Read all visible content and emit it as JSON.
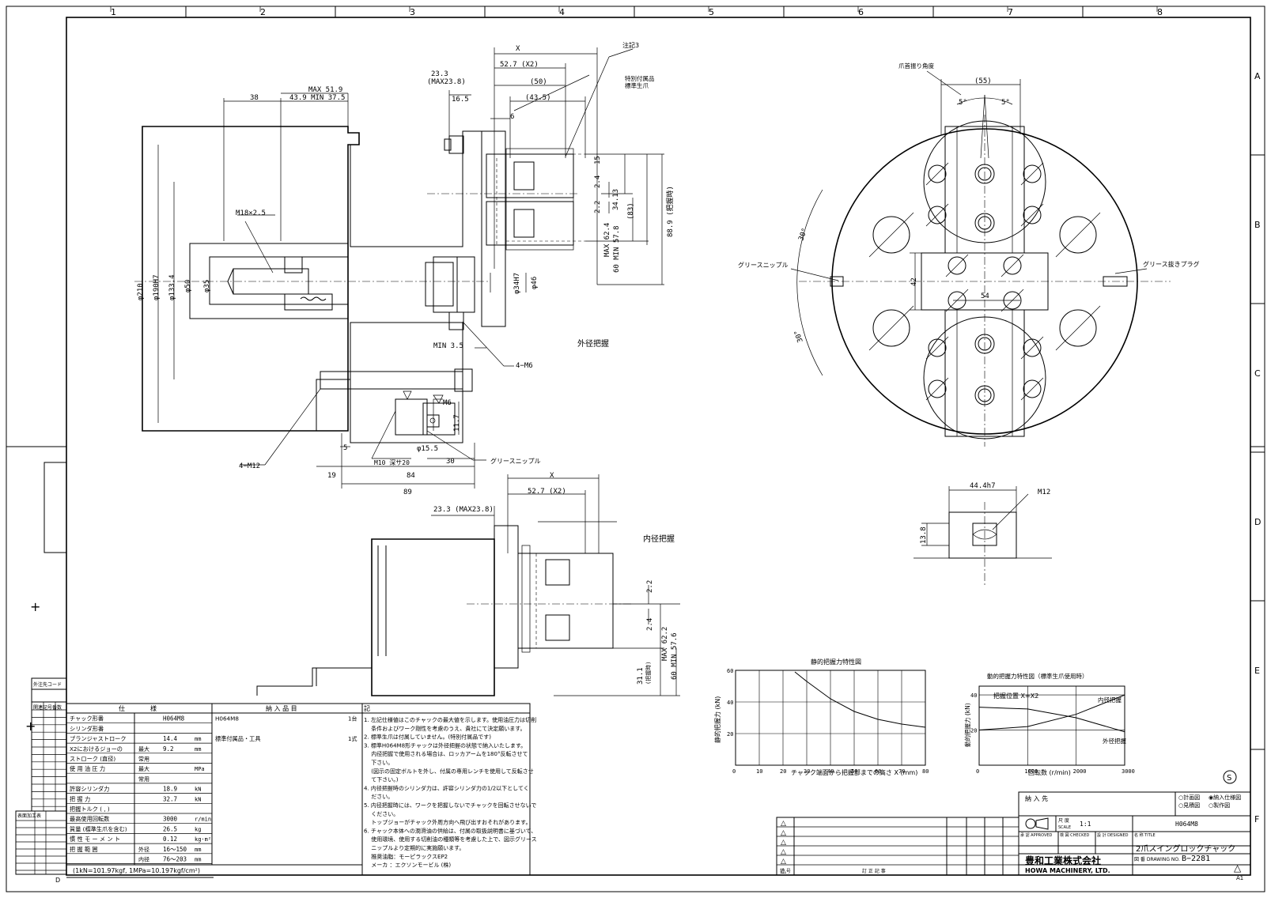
{
  "frame": {
    "columns": [
      "1",
      "2",
      "3",
      "4",
      "5",
      "6",
      "7",
      "8"
    ],
    "rows": [
      "A",
      "B",
      "C",
      "D",
      "E",
      "F"
    ],
    "bottom_ref": "A1",
    "left_ref": "D"
  },
  "labels": {
    "note3": "注記3",
    "special_jaw": "特別付属品",
    "special_jaw2": "標準生爪",
    "od_grip": "外径把握",
    "id_grip": "内径把握",
    "grease_nipple": "グリースニップル",
    "grease_nipple2": "グリースニップル",
    "grease_plug": "グリース抜きプラグ",
    "jaw_swing_angle": "爪首振り角度",
    "m18": "M18×2.5",
    "m6_4": "4−M6",
    "m12_4": "4−M12",
    "m10": "M10 深サ20",
    "m6": "M6",
    "m12": "M12",
    "max519": "MAX 51.9",
    "min375": "43.9 MIN 37.5",
    "d38": "38",
    "dX": "X",
    "dX2": "X",
    "d527": "52.7 (X2)",
    "d527b": "52.7 (X2)",
    "d233": "23.3",
    "d233b": "(MAX23.8)",
    "d233c": "23.3 (MAX23.8)",
    "d165": "16.5",
    "d50": "(50)",
    "d435": "(43.5)",
    "d6": "6",
    "d15": "15",
    "d24": "2.4",
    "d22": "2.2",
    "d3413": "34.13",
    "d83": "(83)",
    "d889": "88.9 (把握時)",
    "max624": "MAX 62.4",
    "min578": "60 MIN 57.8",
    "phi210": "φ210",
    "phi190": "φ190H7",
    "phi1334": "φ133.4",
    "phi50": "φ50",
    "phi35": "φ35",
    "phi34": "φ34H7",
    "phi46": "φ46",
    "phi155": "φ15.5",
    "min35": "MIN 3.5",
    "d5": "5",
    "d19": "19",
    "d84": "84",
    "d89": "89",
    "d30": "30",
    "d117": "11.7",
    "d55": "(55)",
    "deg5a": "5°",
    "deg5b": "5°",
    "deg30a": "30°",
    "deg30b": "30°",
    "d42": "42",
    "d54": "54",
    "d444": "44.4h7",
    "d138": "13.8",
    "d22b": "2.2",
    "d24b": "2.4",
    "max622": "MAX 62.2",
    "min576": "60 MIN 57.6",
    "d311": "31.1",
    "d311b": "(把握時)"
  },
  "chart_data": [
    {
      "type": "line",
      "title": "静的把握力特性図",
      "xlabel": "チャック端面から把握部までの高さ X (mm)",
      "ylabel": "静的把握力 (kN)",
      "xlim": [
        0,
        80
      ],
      "ylim": [
        0,
        60
      ],
      "xticks": [
        0,
        10,
        20,
        30,
        40,
        50,
        60,
        70,
        80
      ],
      "yticks": [
        20,
        40,
        60
      ],
      "grid": true,
      "series": [
        {
          "x": [
            25,
            30,
            40,
            50,
            60,
            70,
            80
          ],
          "y": [
            59,
            53,
            42,
            34,
            29,
            26,
            24
          ]
        }
      ]
    },
    {
      "type": "line",
      "title": "動的把握力特性図（標準生爪使用時）",
      "xlabel": "回転数 (r/min)",
      "ylabel": "動的把握力 (kN)",
      "xlim": [
        0,
        3000
      ],
      "ylim": [
        0,
        45
      ],
      "xticks": [
        0,
        1000,
        2000,
        3000
      ],
      "yticks": [
        20,
        40
      ],
      "annotation": "把握位置  X=X2",
      "grid": true,
      "series": [
        {
          "name": "内径把握",
          "x": [
            0,
            1000,
            2000,
            3000
          ],
          "y": [
            20,
            22,
            29,
            40
          ]
        },
        {
          "name": "外径把握",
          "x": [
            0,
            1000,
            2000,
            3000
          ],
          "y": [
            33,
            32,
            27,
            19
          ]
        }
      ]
    }
  ],
  "spec_table": {
    "header": {
      "spec": "仕",
      "spec2": "様",
      "deliv": "納 入 品 目",
      "note": "記"
    },
    "rows": [
      {
        "label": "チャック形番",
        "value": "H064M8",
        "unit": ""
      },
      {
        "label": "シリンダ形番",
        "value": "",
        "unit": ""
      },
      {
        "label": "プランジャストローク",
        "value": "14.4",
        "unit": "mm"
      },
      {
        "label": "X2におけるジョーの",
        "sub": "最大",
        "value": "9.2",
        "unit": "mm"
      },
      {
        "label": "ストローク (直径)",
        "sub": "常用",
        "value": "",
        "unit": ""
      },
      {
        "label": "使 用 油 圧 力",
        "sub": "最大",
        "value": "",
        "unit": "MPa"
      },
      {
        "label": "",
        "sub": "常用",
        "value": "",
        "unit": ""
      },
      {
        "label": "許容シリンダ力",
        "value": "18.9",
        "unit": "kN"
      },
      {
        "label": "把 握 力",
        "sub": "",
        "value": "32.7",
        "unit": "kN"
      },
      {
        "label": "把握トルク (    ,    )",
        "value": "",
        "unit": ""
      },
      {
        "label": "最高使用回転数",
        "value": "3000",
        "unit": "r/min"
      },
      {
        "label": "質量 (標準生爪を含む)",
        "value": "26.5",
        "unit": "kg"
      },
      {
        "label": "慣 性 モ ー メ ン ト",
        "value": "0.12",
        "unit": "kg·m²"
      },
      {
        "label": "把 握 範 囲",
        "sub": "外径",
        "value": "16〜150",
        "unit": "mm"
      },
      {
        "label": "",
        "sub": "内径",
        "value": "76〜203",
        "unit": "mm"
      }
    ],
    "deliverables": [
      {
        "item": "H064M8",
        "qty": "1台"
      },
      {
        "item": "標準付属品・工具",
        "qty": "1式"
      }
    ],
    "notes": [
      "1. 左記仕様値はこのチャックの最大値を示します。使用油圧力は切削",
      "　 条件およびワーク剛性を考慮のうえ、貴社にて決定願います。",
      "2. 標準生爪は付属していません。(特別付属品です)",
      "3. 標準H064M8形チャックは外径把握の状態で納入いたします。",
      "　 内径把握で使用される場合は、ロッカアームを180°反転させて",
      "　 下さい。",
      "　 (図示の固定ボルトを外し、付属の専用レンチを使用して反転させ",
      "　 て下さい。)",
      "4. 内径把握時のシリンダ力は、許容シリンダ力の1/2以下としてく",
      "　 ださい。",
      "5. 内径把握時には、ワークを把握しないでチャックを回転させないで",
      "　 ください。",
      "　 トップジョーがチャック外周方向へ飛び出すおそれがあります。",
      "6. チャック本体への潤滑油の供給は、付属の取扱説明書に基づいて、",
      "　 使用環境、使用する切削油の種類等を考慮した上で、図示グリース",
      "　 ニップルより定期的に実施願います。",
      "　 推奨油脂：モーピラックスEP2",
      "　 メーカ ：エクソンモービル (株)"
    ],
    "footer": "(1kN=101.97kgf, 1MPa=10.197kgf/cm²)"
  },
  "title_block": {
    "customer_label": "納 入 先",
    "check1": "○計画図",
    "check2": "◉納入仕様図",
    "check3": "○見積図",
    "check4": "○製作図",
    "scale_label": "尺 度",
    "scale_label2": "SCALE",
    "scale": "1:1",
    "part_no": "H064M8",
    "title_label": "名 称 TITLE",
    "title": "2爪スイングロックチャック",
    "drawing_label": "図 番 DRAWING NO.",
    "drawing_no": "B−2281",
    "company_jp": "豊和工業株式会社",
    "company_en": "HOWA MACHINERY, LTD.",
    "approved": "承 認 APPROVED",
    "checked": "検 図 CHECKED",
    "designed": "設 計 DESIGNED",
    "rev_header": "訂 正 記 事",
    "rev_no": "符 号",
    "circle_s": "S",
    "tri": "△"
  },
  "left_table": {
    "title": "外注先コード",
    "rows_title": "関連記号番数",
    "bottom_title": "表面加工表"
  }
}
